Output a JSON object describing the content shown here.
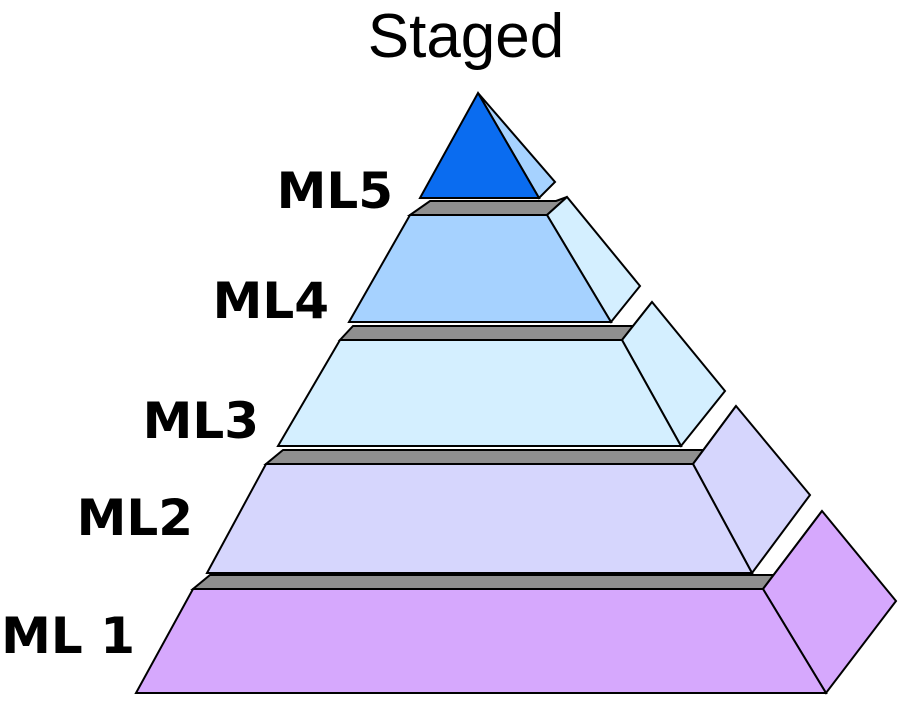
{
  "diagram": {
    "title": "Staged",
    "levels": [
      {
        "label": "ML5",
        "front_color": "#0a6cf0",
        "side_color": "#a6d2ff"
      },
      {
        "label": "ML4",
        "front_color": "#a6d2ff",
        "side_color": "#d4efff"
      },
      {
        "label": "ML3",
        "front_color": "#d4efff",
        "side_color": "#d4efff"
      },
      {
        "label": "ML2",
        "front_color": "#d6d6fd",
        "side_color": "#d6d6fd"
      },
      {
        "label": "ML 1",
        "front_color": "#d6a8fd",
        "side_color": "#d6a8fd"
      }
    ],
    "ledge_color": "#8f8f8f"
  }
}
